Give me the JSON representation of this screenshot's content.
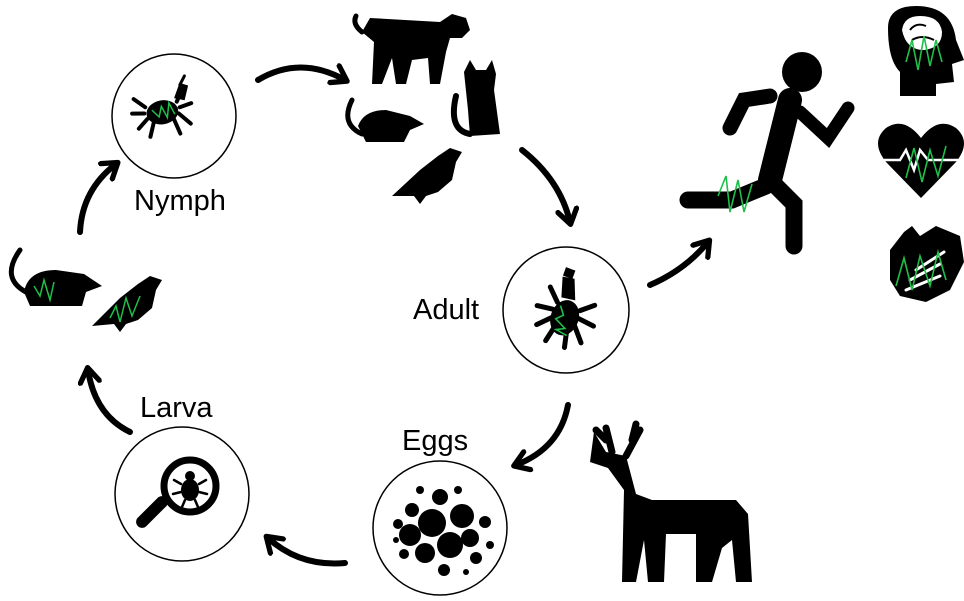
{
  "stages": {
    "nymph": "Nymph",
    "adult": "Adult",
    "larva": "Larva",
    "eggs": "Eggs"
  },
  "colors": {
    "ink": "#000000",
    "infection": "#1fbf4a",
    "background": "#ffffff"
  },
  "icons": {
    "cycle_hosts": [
      "mouse-icon",
      "bird-icon"
    ],
    "nymph_hosts": [
      "dog-icon",
      "cat-icon",
      "rat-icon",
      "bird-icon"
    ],
    "adult_host": "deer-icon",
    "human_effects": [
      "human-runner-icon",
      "brain-head-icon",
      "heart-pulse-icon",
      "hands-icon"
    ],
    "stages": [
      "tick-nymph-icon",
      "tick-adult-icon",
      "magnifier-bug-icon",
      "eggs-cluster-icon"
    ]
  }
}
